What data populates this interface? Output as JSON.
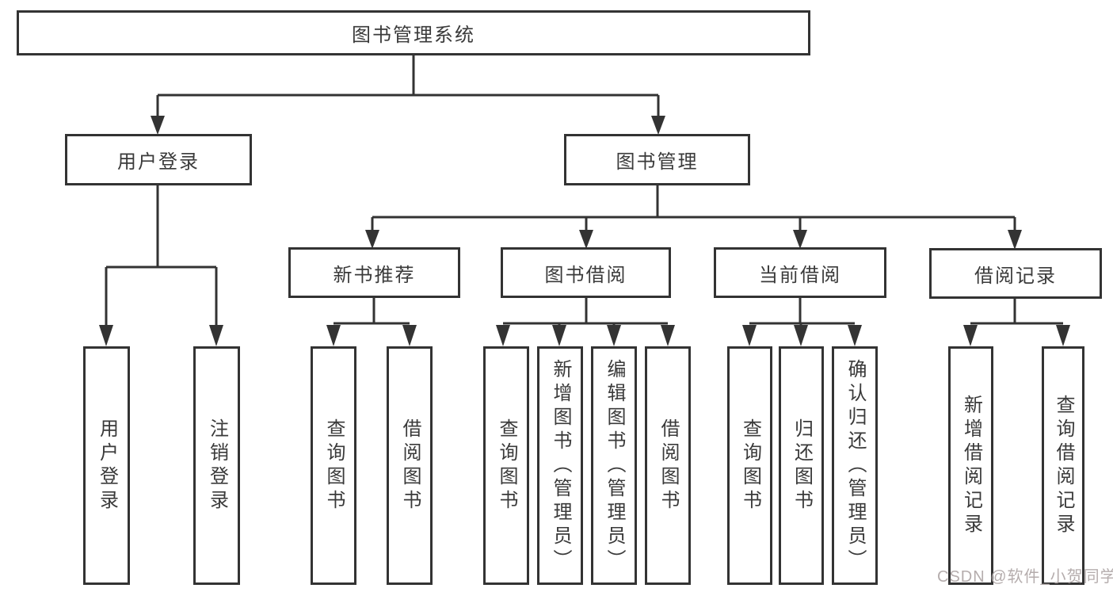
{
  "tree": {
    "root": {
      "label": "图书管理系统",
      "children": [
        {
          "label": "用户登录",
          "children": [
            {
              "label": "用户登录"
            },
            {
              "label": "注销登录"
            }
          ]
        },
        {
          "label": "图书管理",
          "children": [
            {
              "label": "新书推荐",
              "children": [
                {
                  "label": "查询图书"
                },
                {
                  "label": "借阅图书"
                }
              ]
            },
            {
              "label": "图书借阅",
              "children": [
                {
                  "label": "查询图书"
                },
                {
                  "label": "新增图书（管理员）"
                },
                {
                  "label": "编辑图书（管理员）"
                },
                {
                  "label": "借阅图书"
                }
              ]
            },
            {
              "label": "当前借阅",
              "children": [
                {
                  "label": "查询图书"
                },
                {
                  "label": "归还图书"
                },
                {
                  "label": "确认归还（管理员）"
                }
              ]
            },
            {
              "label": "借阅记录",
              "children": [
                {
                  "label": "新增借阅记录"
                },
                {
                  "label": "查询借阅记录"
                }
              ]
            }
          ]
        }
      ]
    }
  },
  "watermark": {
    "text": "CSDN @软件_小贺同学"
  },
  "colors": {
    "line": "#333333",
    "text": "#3a3a3a",
    "background": "#ffffff",
    "watermark": "#b5adad"
  }
}
